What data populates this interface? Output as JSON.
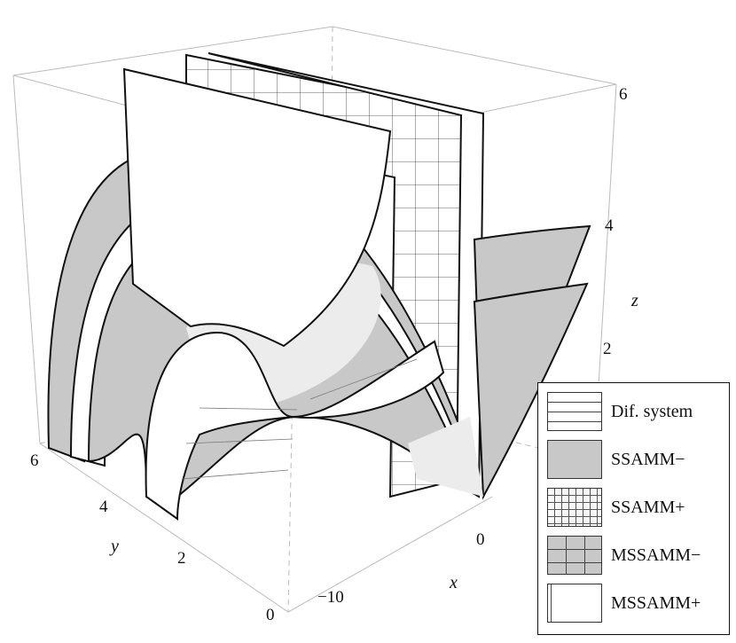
{
  "axes": {
    "x": {
      "label": "x",
      "ticks": [
        "−10",
        "0"
      ]
    },
    "y": {
      "label": "y",
      "ticks": [
        "0",
        "2",
        "4",
        "6"
      ]
    },
    "z": {
      "label": "z",
      "ticks": [
        "2",
        "4",
        "6"
      ]
    }
  },
  "legend": {
    "placement": "bottom-right",
    "items": [
      {
        "label": "Dif. system",
        "fill": "#ffffff",
        "pattern": "horizontal-lines"
      },
      {
        "label": "SSAMM−",
        "fill": "#c8c8c8",
        "pattern": "none"
      },
      {
        "label": "SSAMM+",
        "fill": "#ffffff",
        "pattern": "fine-grid"
      },
      {
        "label": "MSSAMM−",
        "fill": "#c8c8c8",
        "pattern": "coarse-grid"
      },
      {
        "label": "MSSAMM+",
        "fill": "#ffffff",
        "pattern": "vertical-line"
      }
    ]
  },
  "colors": {
    "gray_surface": "#c8c8c8",
    "white_surface": "#ffffff",
    "edge": "#111111",
    "box": "#bbbbbb"
  }
}
